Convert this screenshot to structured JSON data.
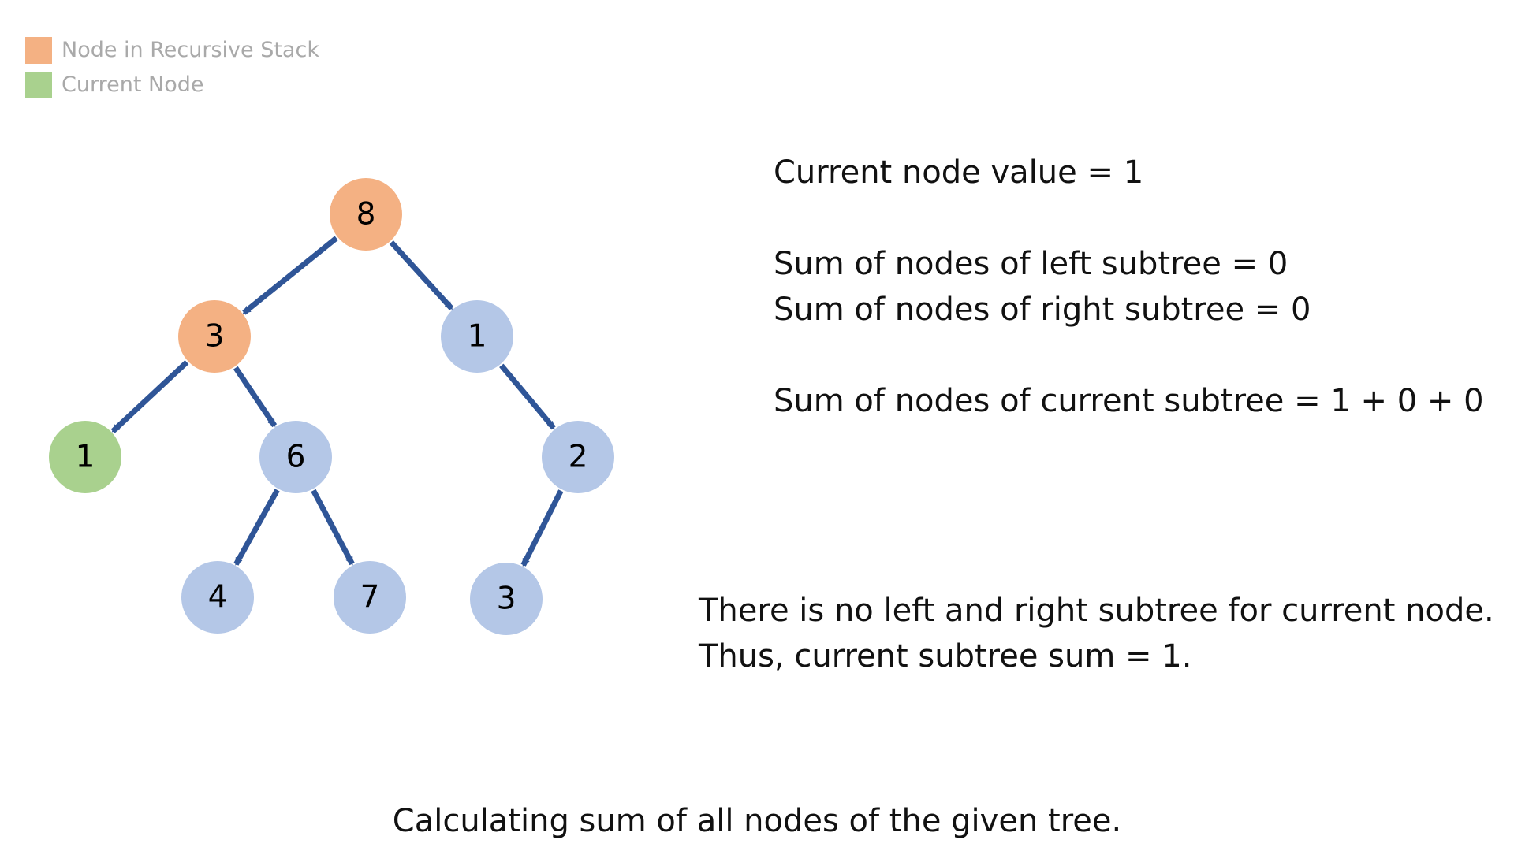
{
  "legend": [
    {
      "label": "Node in Recursive Stack",
      "color": "#f4b183"
    },
    {
      "label": "Current Node",
      "color": "#a9d18e"
    }
  ],
  "colors": {
    "stack_node": "#f4b183",
    "current_node": "#a9d18e",
    "default_node": "#b4c7e7",
    "edge": "#2f5597"
  },
  "tree": {
    "nodes": [
      {
        "id": "n8",
        "value": "8",
        "state": "stack"
      },
      {
        "id": "n3",
        "value": "3",
        "state": "stack"
      },
      {
        "id": "n1",
        "value": "1",
        "state": "default"
      },
      {
        "id": "n1b",
        "value": "1",
        "state": "current"
      },
      {
        "id": "n6",
        "value": "6",
        "state": "default"
      },
      {
        "id": "n2",
        "value": "2",
        "state": "default"
      },
      {
        "id": "n4",
        "value": "4",
        "state": "default"
      },
      {
        "id": "n7",
        "value": "7",
        "state": "default"
      },
      {
        "id": "n3b",
        "value": "3",
        "state": "default"
      }
    ],
    "edges": [
      [
        "n8",
        "n3"
      ],
      [
        "n8",
        "n1"
      ],
      [
        "n3",
        "n1b"
      ],
      [
        "n3",
        "n6"
      ],
      [
        "n1",
        "n2"
      ],
      [
        "n6",
        "n4"
      ],
      [
        "n6",
        "n7"
      ],
      [
        "n2",
        "n3b"
      ]
    ]
  },
  "info": {
    "current_value": "Current node value = 1",
    "left_sum": "Sum of nodes of left subtree = 0",
    "right_sum": "Sum of nodes of right subtree = 0",
    "current_sum": "Sum of nodes of current subtree = 1 + 0 + 0"
  },
  "conclusion": {
    "line1": "There is no left and right subtree for current node.",
    "line2": "Thus, current subtree sum = 1."
  },
  "caption": "Calculating sum of all nodes of the given tree."
}
